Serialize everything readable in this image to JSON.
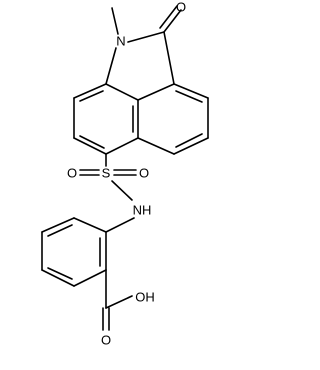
{
  "molecule": {
    "atoms": {
      "n1": "N",
      "o_carbonyl": "O",
      "s1": "S",
      "o_s_left": "O",
      "o_s_right": "O",
      "nh": "NH",
      "oh": "OH",
      "o_acid": "O"
    }
  }
}
